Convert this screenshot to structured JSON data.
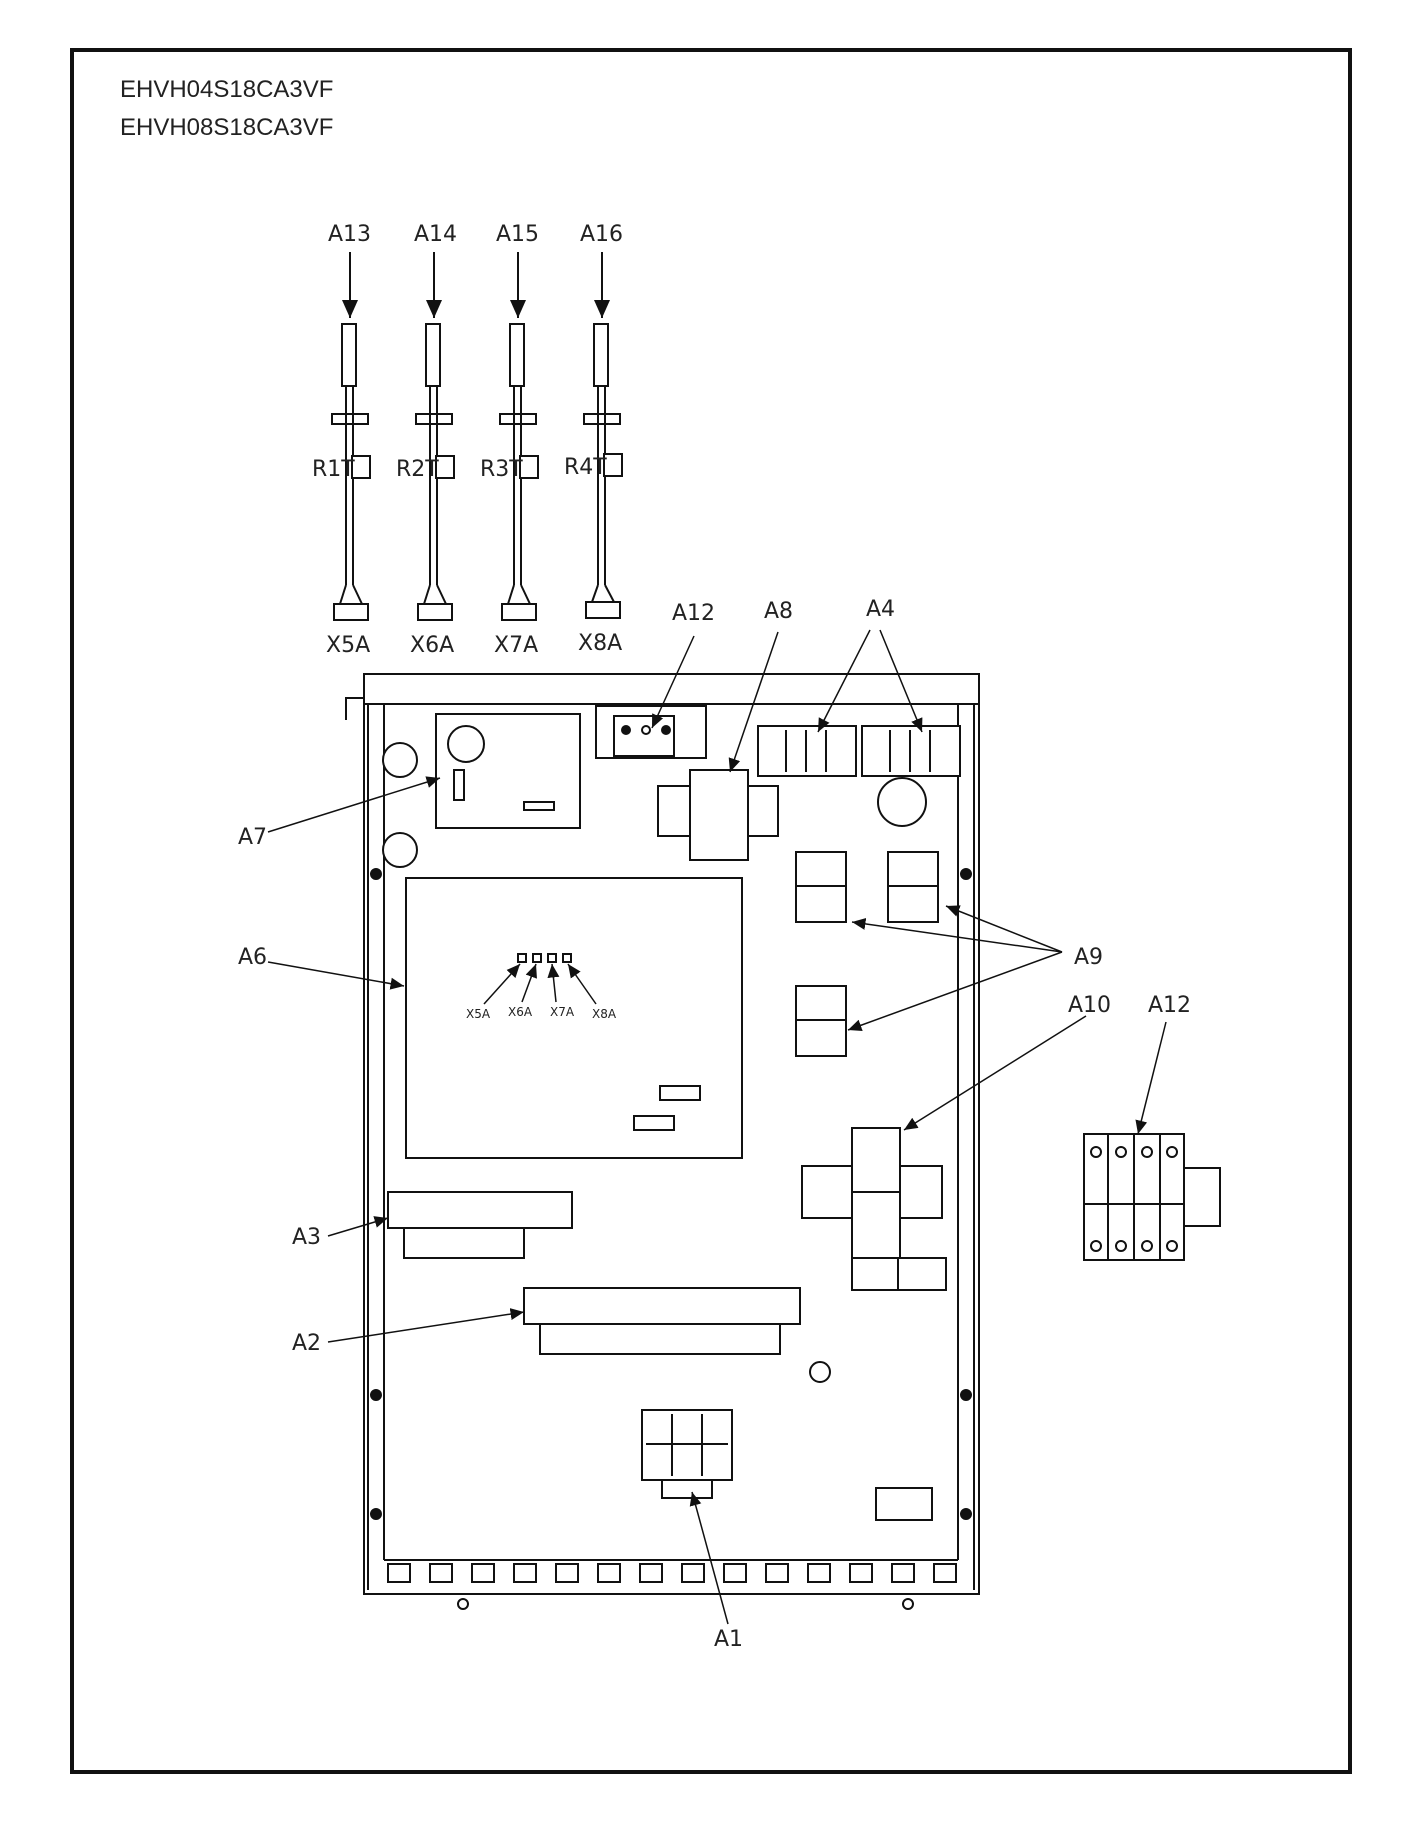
{
  "models": [
    "EHVH04S18CA3VF",
    "EHVH08S18CA3VF"
  ],
  "top_labels": [
    "A13",
    "A14",
    "A15",
    "A16"
  ],
  "sensor_labels": [
    "R1T",
    "R2T",
    "R3T",
    "R4T"
  ],
  "connector_labels": [
    "X5A",
    "X6A",
    "X7A",
    "X8A"
  ],
  "board_connector_labels": [
    "X5A",
    "X6A",
    "X7A",
    "X8A"
  ],
  "callouts": {
    "a1": "A1",
    "a2": "A2",
    "a3": "A3",
    "a4": "A4",
    "a6": "A6",
    "a7": "A7",
    "a8": "A8",
    "a9": "A9",
    "a10": "A10",
    "a12_top": "A12",
    "a12_side": "A12"
  }
}
